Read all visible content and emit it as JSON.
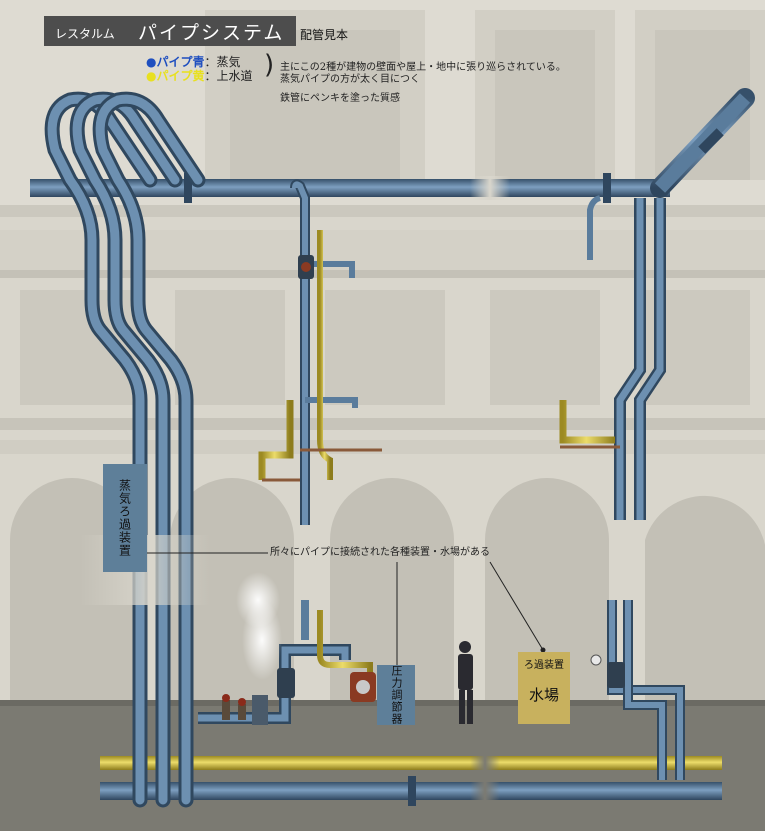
{
  "header": {
    "label": "レスタルム",
    "title": "パイプシステム",
    "subtitle": "配管見本"
  },
  "legend": {
    "blue_key": "●パイプ青",
    "blue_value": "：蒸気",
    "yellow_key": "●パイプ黄",
    "yellow_value": "：上水道",
    "bracket": ")"
  },
  "notes": {
    "line1": "主にこの2種が建物の壁面や屋上・地中に張り巡らされている。",
    "line2": "蒸気パイプの方が太く目につく",
    "line3": "鉄管にペンキを塗った質感",
    "devices": "所々にパイプに接続された各種装置・水場がある"
  },
  "labels": {
    "steam_filter": "蒸気ろ過装置",
    "pressure_regulator": "圧力調節器",
    "water_filter": "ろ過装置",
    "water_place": "水場"
  },
  "colors": {
    "steam_pipe": "#5a7c9c",
    "water_pipe": "#d6c24a",
    "wall": "#d9d6cc",
    "floor": "#7b7a72",
    "blue_text": "#1f4fbf",
    "yellow_text": "#e8e020"
  }
}
